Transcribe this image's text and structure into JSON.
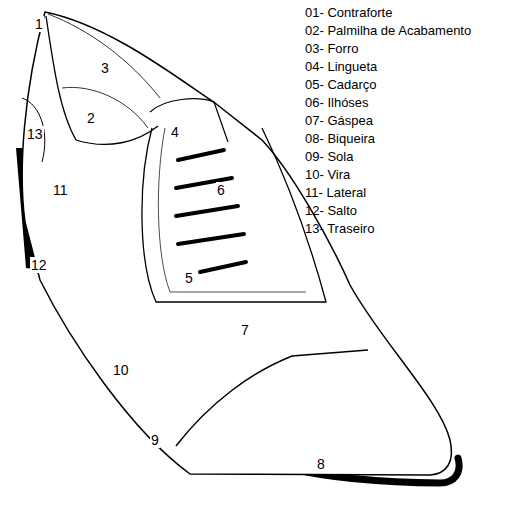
{
  "diagram": {
    "labels": [
      "01- Contraforte",
      "02- Palmilha de Acabamento",
      "03- Forro",
      "04- Lingueta",
      "05- Cadarço",
      "06- Ilhóses",
      "07- Gáspea",
      "08- Biqueira",
      "09- Sola",
      "10- Vira",
      "11- Lateral",
      "12- Salto",
      "13- Traseiro",
      "1",
      "3",
      "2",
      "4",
      "13",
      "11",
      "6",
      "12",
      "5",
      "7",
      "10",
      "9",
      "8"
    ]
  }
}
